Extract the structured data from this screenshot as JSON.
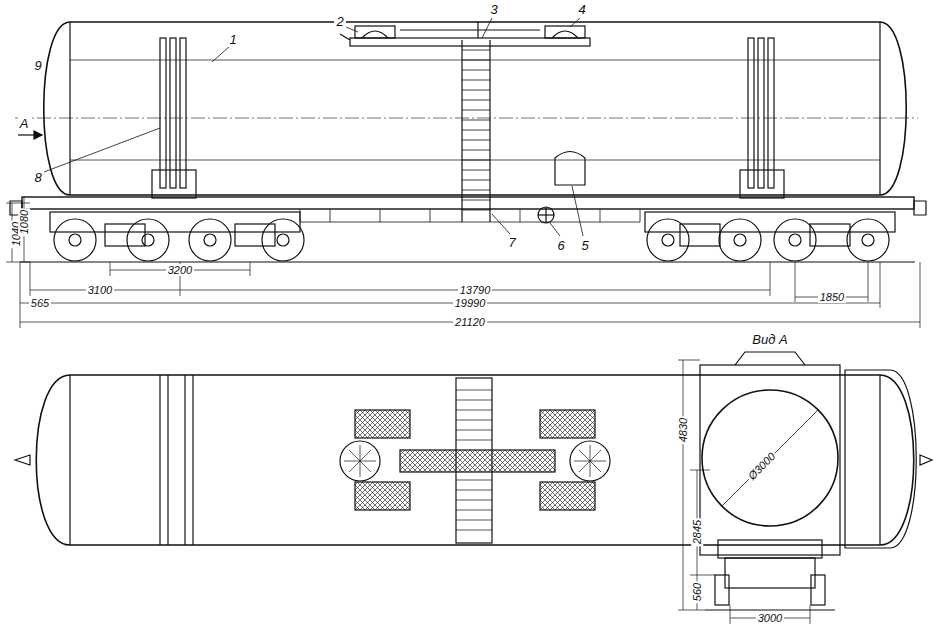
{
  "diagram": {
    "labels": [
      "1",
      "2",
      "3",
      "4",
      "5",
      "6",
      "7",
      "8",
      "9",
      "А",
      "1040",
      "1080",
      "3100",
      "3200",
      "13790",
      "1850",
      "565",
      "19990",
      "21120",
      "Вид А",
      "Ø3000",
      "4830",
      "2845",
      "560",
      "3000"
    ]
  }
}
